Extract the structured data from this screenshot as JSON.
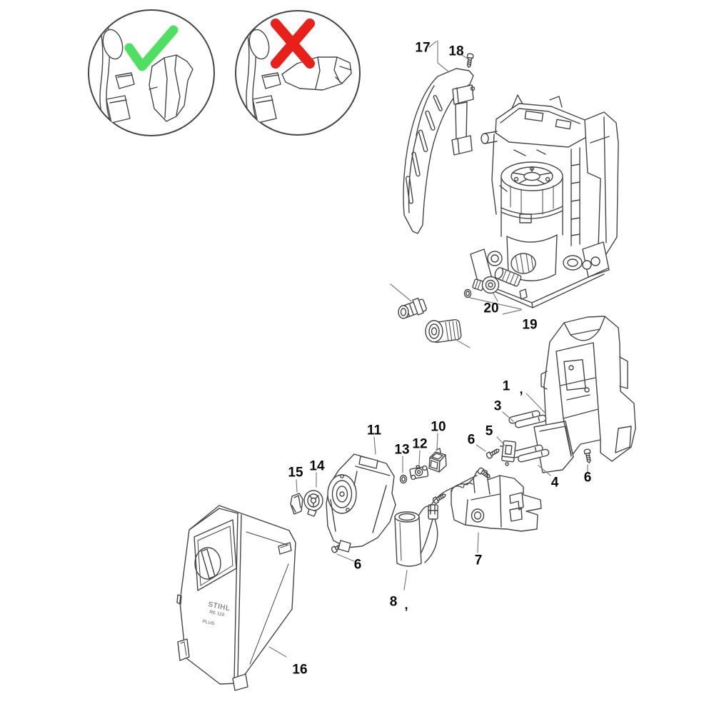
{
  "figure": {
    "type": "exploded-parts-diagram",
    "product": {
      "brand": "STIHL",
      "model": "RE 110",
      "variant": "PLUS"
    },
    "badges": {
      "correct": {
        "icon": "check-icon",
        "color": "#4fe063"
      },
      "incorrect": {
        "icon": "cross-icon",
        "color": "#e82019"
      }
    },
    "part_labels": [
      {
        "part": "17",
        "text": "17"
      },
      {
        "part": "18",
        "text": "18"
      },
      {
        "part": "20",
        "text": "20"
      },
      {
        "part": "19",
        "text": "19"
      },
      {
        "part": "1",
        "text": "1"
      },
      {
        "part": "3",
        "text": "3"
      },
      {
        "part": "5",
        "text": "5"
      },
      {
        "part": "6",
        "text": "6"
      },
      {
        "part": "4",
        "text": "4"
      },
      {
        "part": "6",
        "text": "6"
      },
      {
        "part": "11",
        "text": "11"
      },
      {
        "part": "13",
        "text": "13"
      },
      {
        "part": "12",
        "text": "12"
      },
      {
        "part": "10",
        "text": "10"
      },
      {
        "part": "15",
        "text": "15"
      },
      {
        "part": "14",
        "text": "14"
      },
      {
        "part": "6",
        "text": "6"
      },
      {
        "part": "7",
        "text": "7"
      },
      {
        "part": "8",
        "text": "8"
      },
      {
        "part": "16",
        "text": "16"
      }
    ],
    "punctuation_marks": [
      {
        "text": ","
      },
      {
        "text": ","
      }
    ]
  }
}
